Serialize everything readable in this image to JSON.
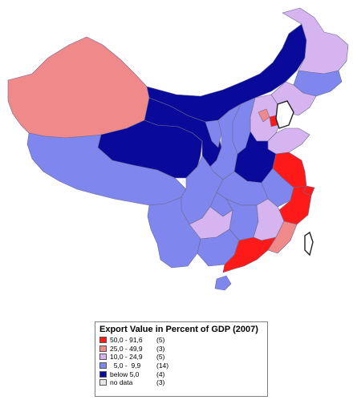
{
  "legend": {
    "title": "Export Value in Percent of GDP (2007)",
    "classes": [
      {
        "range": "50,0 - 91,6",
        "count": "(5)",
        "color": "#ff1a1a"
      },
      {
        "range": "25,0 - 49,9",
        "count": "(3)",
        "color": "#f08a8a"
      },
      {
        "range": "10,0 - 24,9",
        "count": "(5)",
        "color": "#d6b4f0"
      },
      {
        "range": "  5,0 -  9,9",
        "count": "(14)",
        "color": "#7f86ee"
      },
      {
        "range": "below 5,0",
        "count": "(4)",
        "color": "#0a0a9a"
      },
      {
        "range": "no data",
        "count": "(3)",
        "color": "#e6e6e6"
      }
    ]
  },
  "colors": {
    "c50": "#ff1a1a",
    "c25": "#f08a8a",
    "c10": "#d6b4f0",
    "c5": "#7f86ee",
    "cbelow5": "#0a0a9a",
    "nodata": "#e6e6e6"
  }
}
